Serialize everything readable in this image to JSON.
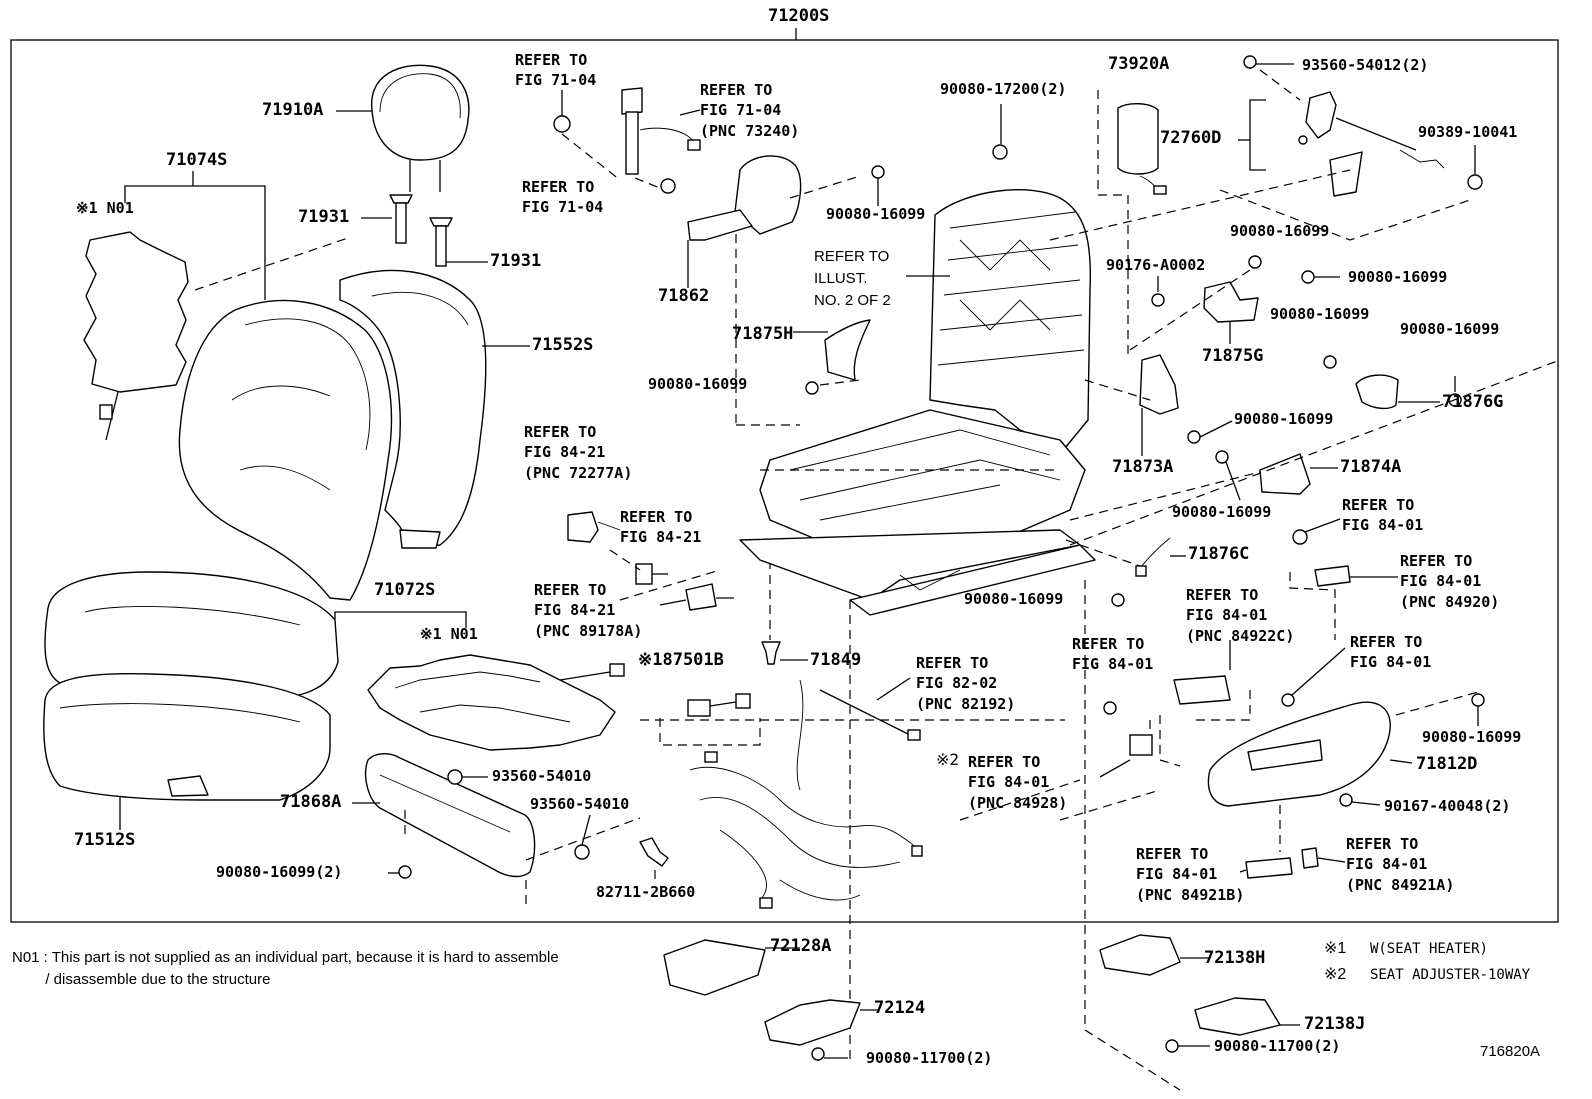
{
  "diagram": {
    "title": "71200S",
    "figure_code": "716820A",
    "labels": {
      "p71910A": "71910A",
      "p71074S": "71074S",
      "n01_top": "※1 N01",
      "p71931a": "71931",
      "p71931b": "71931",
      "p71552S": "71552S",
      "p71512S": "71512S",
      "p71072S": "71072S",
      "n01_mid": "※1 N01",
      "p87501B": "※187501B",
      "p71868A": "71868A",
      "p93560_54010a": "93560-54010",
      "p93560_54010b": "93560-54010",
      "p90080_16099_2_left": "90080-16099(2)",
      "p82711": "82711-2B660",
      "p71849": "71849",
      "ref_fig7104_a": "REFER TO\nFIG 71-04",
      "ref_fig7104_pnc73240": "REFER TO\nFIG 71-04\n(PNC 73240)",
      "ref_fig7104_c": "REFER TO\nFIG 71-04",
      "p71862": "71862",
      "p90080_16099_a": "90080-16099",
      "refer_illust": "REFER TO\nILLUST.\nNO. 2 OF 2",
      "p71875H": "71875H",
      "p90080_16099_b": "90080-16099",
      "ref_fig8421_pnc72277A": "REFER TO\nFIG 84-21\n(PNC 72277A)",
      "ref_fig8421_b": "REFER TO\nFIG 84-21",
      "ref_fig8421_pnc89178A": "REFER TO\nFIG 84-21\n(PNC 89178A)",
      "ref_fig8202_pnc82192": "REFER TO\nFIG 82-02\n(PNC 82192)",
      "p90080_17200_2": "90080-17200(2)",
      "p73920A": "73920A",
      "p93560_54012_2": "93560-54012(2)",
      "p72760D": "72760D",
      "p90389_10041": "90389-10041",
      "p90080_16099_c": "90080-16099",
      "p90176_A0002": "90176-A0002",
      "p90080_16099_d": "90080-16099",
      "p90080_16099_e": "90080-16099",
      "p90080_16099_f": "90080-16099",
      "p71875G": "71875G",
      "p71876G": "71876G",
      "p90080_16099_g": "90080-16099",
      "p71873A": "71873A",
      "p71874A": "71874A",
      "p90080_16099_h": "90080-16099",
      "ref_fig8401_a": "REFER TO\nFIG 84-01",
      "p71876C": "71876C",
      "ref_fig8401_pnc84920": "REFER TO\nFIG 84-01\n(PNC 84920)",
      "p90080_16099_i": "90080-16099",
      "ref_fig8401_pnc84922C": "REFER TO\nFIG 84-01\n(PNC 84922C)",
      "ref_fig8401_b": "REFER TO\nFIG 84-01",
      "ref_fig8401_c": "REFER TO\nFIG 84-01",
      "p90080_16099_j": "90080-16099",
      "ref_fig8401_pnc84928": "REFER TO\nFIG 84-01\n(PNC 84928)",
      "note2_mark": "※2",
      "p71812D": "71812D",
      "p90167_40048_2": "90167-40048(2)",
      "ref_fig8401_pnc84921B": "REFER TO\nFIG 84-01\n(PNC 84921B)",
      "ref_fig8401_pnc84921A": "REFER TO\nFIG 84-01\n(PNC 84921A)",
      "p72128A": "72128A",
      "p72124": "72124",
      "p90080_11700_2a": "90080-11700(2)",
      "p72138H": "72138H",
      "p72138J": "72138J",
      "p90080_11700_2b": "90080-11700(2)"
    },
    "footnote": "N01 : This part is not supplied as an individual part, because it is hard to assemble\n        / disassemble due to the structure",
    "legend": [
      {
        "mark": "※1",
        "text": "W(SEAT HEATER)"
      },
      {
        "mark": "※2",
        "text": "SEAT ADJUSTER-10WAY"
      }
    ]
  }
}
